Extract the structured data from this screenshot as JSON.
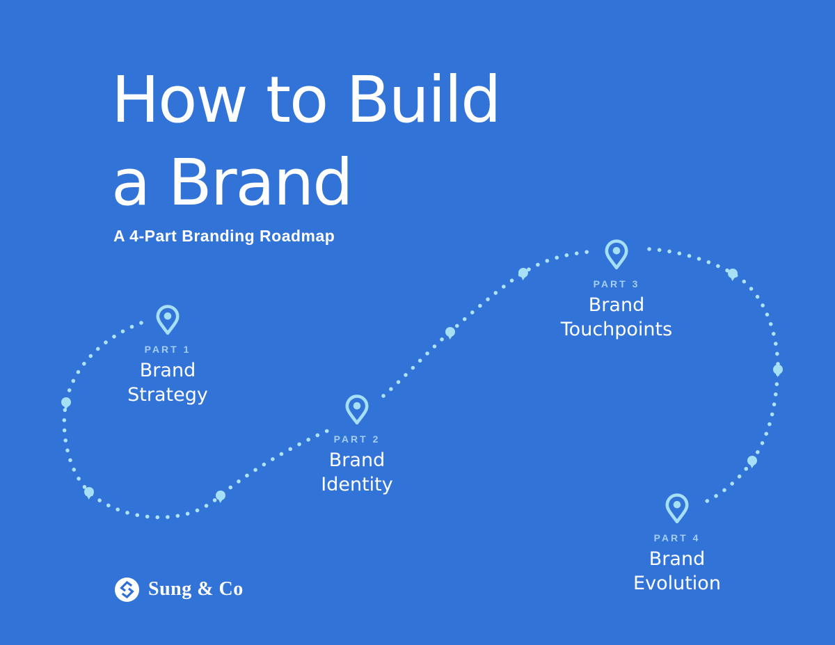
{
  "title": {
    "line1": "How to Build",
    "line2": "a Brand"
  },
  "subtitle": "A 4-Part Branding Roadmap",
  "parts": [
    {
      "label": "PART 1",
      "name_line1": "Brand",
      "name_line2": "Strategy"
    },
    {
      "label": "PART 2",
      "name_line1": "Brand",
      "name_line2": "Identity"
    },
    {
      "label": "PART 3",
      "name_line1": "Brand",
      "name_line2": "Touchpoints"
    },
    {
      "label": "PART 4",
      "name_line1": "Brand",
      "name_line2": "Evolution"
    }
  ],
  "logo": {
    "text": "Sung & Co"
  },
  "icons": {
    "pin": "location-pin-icon",
    "waypoint": "waypoint-balloon-icon",
    "logo_mark": "sungco-monogram-icon"
  },
  "colors": {
    "background": "#3273D8",
    "accent_light": "#A5E0F6",
    "dotted_path": "#AEE3F7",
    "part_label": "#A5CEF3",
    "text": "#FFFFFF",
    "logo_glyph": "#2E6FD4"
  }
}
